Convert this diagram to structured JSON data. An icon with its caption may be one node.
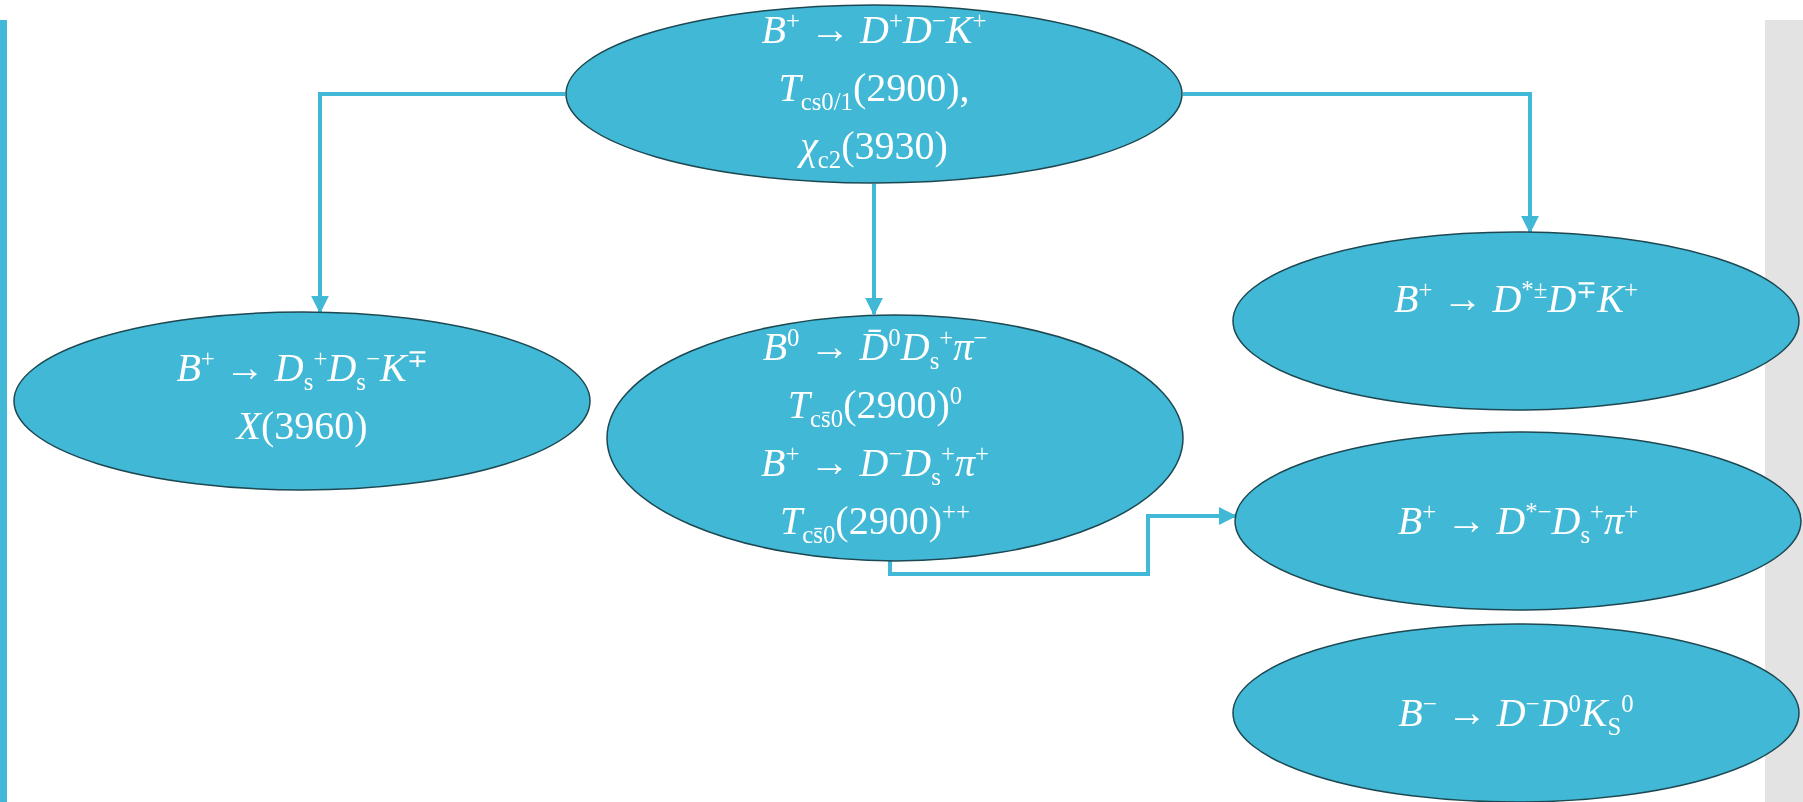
{
  "diagram": {
    "nodes": [
      {
        "text": [
          "*B*$^{+}$ → *D*$^{+}$*D*$^{−}$*K*$^{+}$",
          "*T*$_{cs0/1}$(2900),",
          "*χ*$_{c2}$(3930)"
        ]
      },
      {
        "text": [
          "*B*$^{+}$ → *D*$_{s}$$^{+}$*D*$_{s}$$^{−}$*K*$^{∓}$",
          "*X*(3960)"
        ]
      },
      {
        "text": [
          "*B*$^{0}$ → *D̄*$^{0}$*D*$_{s}$$^{+}$*π*$^{−}$",
          "*T*$_{cs̄0}$(2900)$^{0}$",
          "*B*$^{+}$ → *D*$^{−}$*D*$_{s}$$^{+}$*π*$^{+}$",
          "*T*$_{cs̄0}$(2900)$^{++}$"
        ]
      },
      {
        "text": [
          "*B*$^{+}$ → *D*$^{*±}$*D*$^{∓}$*K*$^{+}$"
        ]
      },
      {
        "text": [
          "*B*$^{+}$ → *D*$^{*−}$*D*$_{s}$$^{+}$*π*$^{+}$"
        ]
      },
      {
        "text": [
          "*B*$^{−}$ → *D*$^{−}$*D*$^{0}$*K*$_{S}$$^{0}$"
        ]
      }
    ],
    "edges": [
      {
        "from": 0,
        "to": 1,
        "arrow": "to"
      },
      {
        "from": 0,
        "to": 2,
        "arrow": "to"
      },
      {
        "from": 0,
        "to": 3,
        "arrow": "to"
      },
      {
        "from": 2,
        "to": 4,
        "arrow": "to"
      }
    ]
  }
}
